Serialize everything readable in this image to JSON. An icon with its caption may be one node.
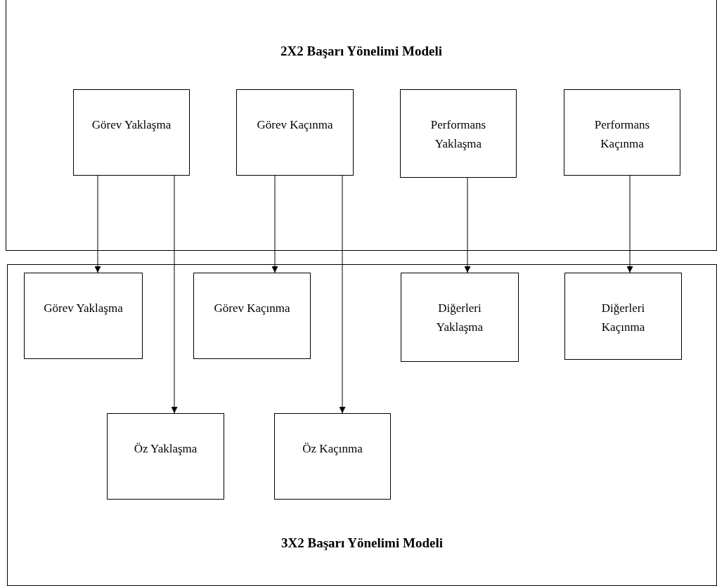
{
  "diagram": {
    "nodes": [
      {
        "text": [
          "2X2 Başarı Yönelimi Modeli"
        ]
      },
      {
        "text": [
          "Görev Yaklaşma"
        ],
        "in": 0
      },
      {
        "text": [
          "Görev Kaçınma"
        ],
        "in": 0
      },
      {
        "text": [
          "Performans Yaklaşma"
        ],
        "in": 0
      },
      {
        "text": [
          "Performans Kaçınma"
        ],
        "in": 0
      },
      {
        "text": [
          "3X2 Başarı Yönelimi Modeli"
        ]
      },
      {
        "text": [
          "Görev Yaklaşma"
        ],
        "in": 5
      },
      {
        "text": [
          "Görev Kaçınma"
        ],
        "in": 5
      },
      {
        "text": [
          "Diğerleri Yaklaşma"
        ],
        "in": 5
      },
      {
        "text": [
          "Diğerleri Kaçınma"
        ],
        "in": 5
      },
      {
        "text": [
          "Öz Yaklaşma"
        ],
        "in": 5
      },
      {
        "text": [
          "Öz Kaçınma"
        ],
        "in": 5
      }
    ],
    "edges": [
      {
        "from": 1,
        "to": 6,
        "arrow": "to"
      },
      {
        "from": 1,
        "to": 10,
        "arrow": "to"
      },
      {
        "from": 2,
        "to": 7,
        "arrow": "to"
      },
      {
        "from": 2,
        "to": 11,
        "arrow": "to"
      },
      {
        "from": 3,
        "to": 8,
        "arrow": "to"
      },
      {
        "from": 4,
        "to": 9,
        "arrow": "to"
      }
    ]
  }
}
